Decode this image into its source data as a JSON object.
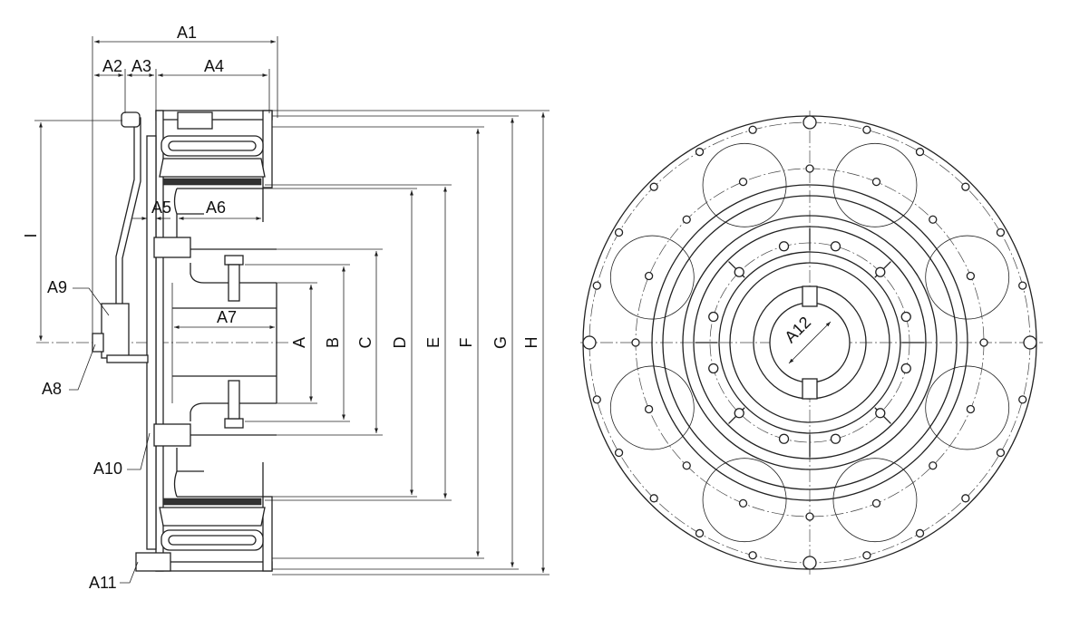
{
  "labels": {
    "a1": "A1",
    "a2": "A2",
    "a3": "A3",
    "a4": "A4",
    "a5": "A5",
    "a6": "A6",
    "a7": "A7",
    "a8": "A8",
    "a9": "A9",
    "a10": "A10",
    "a11": "A11",
    "a12": "A12",
    "i": "I",
    "a": "A",
    "b": "B",
    "c": "C",
    "d": "D",
    "e": "E",
    "f": "F",
    "g": "G",
    "h": "H"
  },
  "colors": {
    "line": "#222222",
    "background": "#ffffff"
  }
}
